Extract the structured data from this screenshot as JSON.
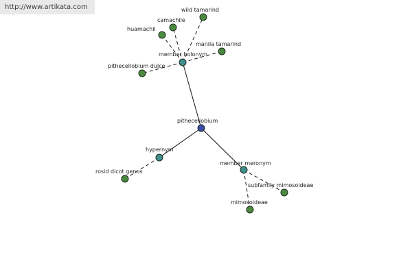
{
  "watermark": "http://www.artikata.com",
  "colors": {
    "root": "#3a4aa6",
    "relation": "#3f8f8f",
    "leaf": "#4b8a3e"
  },
  "nodes": [
    {
      "id": "pithecellobium",
      "label": "pithecellobium",
      "kind": "root"
    },
    {
      "id": "member-holonym",
      "label": "member holonym",
      "kind": "relation"
    },
    {
      "id": "hypernym",
      "label": "hypernym",
      "kind": "relation"
    },
    {
      "id": "member-meronym",
      "label": "member meronym",
      "kind": "relation"
    },
    {
      "id": "wild-tamarind",
      "label": "wild tamarind",
      "kind": "leaf"
    },
    {
      "id": "camachile",
      "label": "camachile",
      "kind": "leaf"
    },
    {
      "id": "huamachil",
      "label": "huamachil",
      "kind": "leaf"
    },
    {
      "id": "manila-tamarind",
      "label": "manila tamarind",
      "kind": "leaf"
    },
    {
      "id": "pithecellobium-dulce",
      "label": "pithecellobium dulce",
      "kind": "leaf"
    },
    {
      "id": "rosid-dicot-genus",
      "label": "rosid dicot genus",
      "kind": "leaf"
    },
    {
      "id": "subfamily-mimosoideae",
      "label": "subfamily mimosoideae",
      "kind": "leaf"
    },
    {
      "id": "mimosoideae",
      "label": "mimosoideae",
      "kind": "leaf"
    }
  ],
  "edges": [
    {
      "from": "pithecellobium",
      "to": "member-holonym",
      "style": "solid"
    },
    {
      "from": "pithecellobium",
      "to": "hypernym",
      "style": "solid"
    },
    {
      "from": "pithecellobium",
      "to": "member-meronym",
      "style": "solid"
    },
    {
      "from": "member-holonym",
      "to": "wild-tamarind",
      "style": "dashed"
    },
    {
      "from": "member-holonym",
      "to": "camachile",
      "style": "dashed"
    },
    {
      "from": "member-holonym",
      "to": "huamachil",
      "style": "dashed"
    },
    {
      "from": "member-holonym",
      "to": "manila-tamarind",
      "style": "dashed"
    },
    {
      "from": "member-holonym",
      "to": "pithecellobium-dulce",
      "style": "dashed"
    },
    {
      "from": "hypernym",
      "to": "rosid-dicot-genus",
      "style": "dashed"
    },
    {
      "from": "member-meronym",
      "to": "subfamily-mimosoideae",
      "style": "dashed"
    },
    {
      "from": "member-meronym",
      "to": "mimosoideae",
      "style": "dashed"
    }
  ]
}
